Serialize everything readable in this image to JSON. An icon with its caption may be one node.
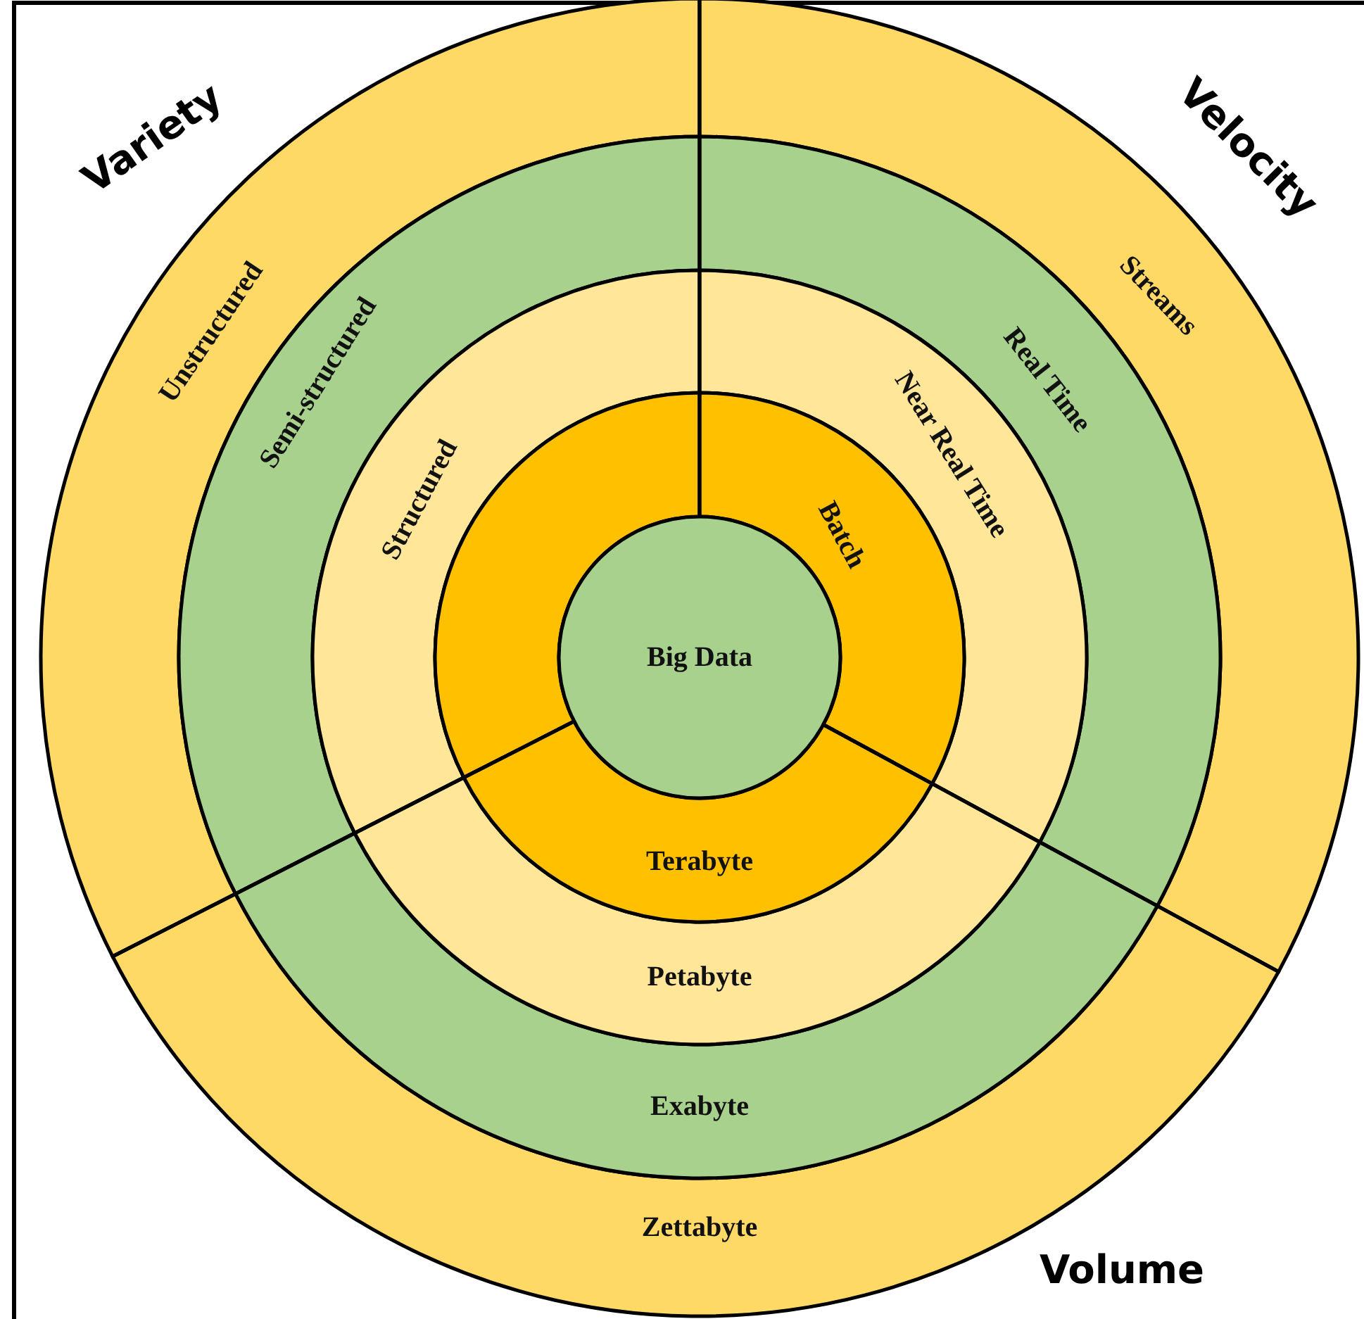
{
  "diagram": {
    "nodes": [
      {
        "text": [
          "Big Data"
        ]
      },
      {
        "text": [],
        "shape": "sector"
      },
      {
        "text": [
          "Batch"
        ]
      },
      {
        "text": [
          "Terabyte"
        ]
      },
      {
        "text": [
          "Structured"
        ]
      },
      {
        "text": [
          "Near Real Time"
        ]
      },
      {
        "text": [
          "Petabyte"
        ]
      },
      {
        "text": [
          "Semi-structured"
        ]
      },
      {
        "text": [
          "Real Time"
        ]
      },
      {
        "text": [
          "Exabyte"
        ]
      },
      {
        "text": [
          "Unstructured"
        ]
      },
      {
        "text": [
          "Streams"
        ]
      },
      {
        "text": [
          "Zettabyte"
        ]
      }
    ],
    "labels": [
      "Variety",
      "Velocity",
      "Volume"
    ]
  }
}
